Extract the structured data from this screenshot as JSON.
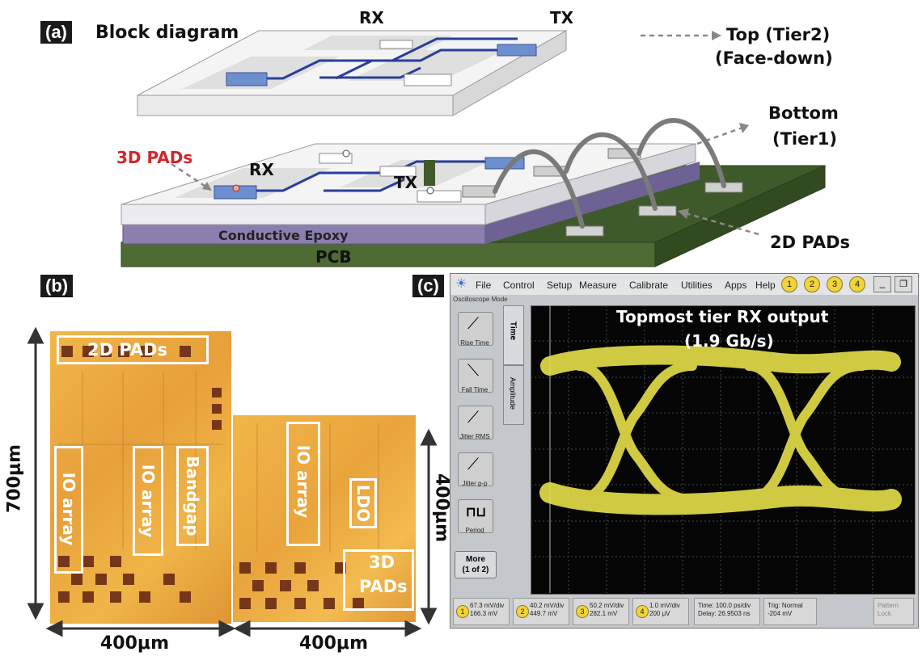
{
  "panel_a": {
    "tag": "(a)",
    "title": "Block diagram",
    "top_rx": "RX",
    "top_tx": "TX",
    "top_tier_line1": "Top (Tier2)",
    "top_tier_line2": "(Face-down)",
    "bottom_tier_line1": "Bottom",
    "bottom_tier_line2": "(Tier1)",
    "pads_3d": "3D PADs",
    "bottom_rx": "RX",
    "bottom_tx": "TX",
    "epoxy": "Conductive Epoxy",
    "pcb": "PCB",
    "pads_2d": "2D PADs",
    "colors": {
      "pads_3d": "#d0262b",
      "chip_blue": "#6e8fcf",
      "wire": "#2a3f9a",
      "pcb": "#3f5a2a",
      "epoxy": "#8c7fb0"
    }
  },
  "panel_b": {
    "tag": "(b)",
    "left_die": {
      "pads_label": "2D PADs",
      "blocks": [
        "IO array",
        "IO array",
        "Bandgap"
      ],
      "height_dim": "700μm",
      "width_dim": "400μm"
    },
    "right_die": {
      "blocks": [
        "IO array",
        "LDO"
      ],
      "pads_label_1": "3D",
      "pads_label_2": "PADs",
      "height_dim": "400μm",
      "width_dim": "400μm"
    }
  },
  "panel_c": {
    "tag": "(c)",
    "menu": [
      "File",
      "Control",
      "Setup",
      "Measure",
      "Calibrate",
      "Utilities",
      "Apps",
      "Help"
    ],
    "channels": [
      "1",
      "2",
      "3",
      "4"
    ],
    "mode_label": "Oscilloscope Mode",
    "side_tabs": [
      "Time",
      "Amplitude"
    ],
    "measure_buttons": [
      "Rise Time",
      "Fall Time",
      "Jitter RMS",
      "Jitter p-p",
      "Period"
    ],
    "more_button": [
      "More",
      "(1 of 2)"
    ],
    "screen_title_1": "Topmost tier RX output",
    "screen_title_2": "(1.9 Gb/s)",
    "status": [
      {
        "ch": "1",
        "l1": "67.3 mV/div",
        "l2": "166.3 mV"
      },
      {
        "ch": "2",
        "l1": "40.2 mV/div",
        "l2": "449.7 mV"
      },
      {
        "ch": "3",
        "l1": "50.2 mV/div",
        "l2": "282.1 mV"
      },
      {
        "ch": "4",
        "l1": "1.0 mV/div",
        "l2": "200 μV"
      }
    ],
    "time_line1": "Time: 100.0 ps/div",
    "time_line2": "Delay: 26.9503 ns",
    "trig_line1": "Trig: Normal",
    "trig_line2": "-204 mV",
    "pattern_lock": "Pattern Lock",
    "colors": {
      "eye": "#e6e04a",
      "screen": "#050505",
      "grid": "#4a4a4a"
    }
  }
}
